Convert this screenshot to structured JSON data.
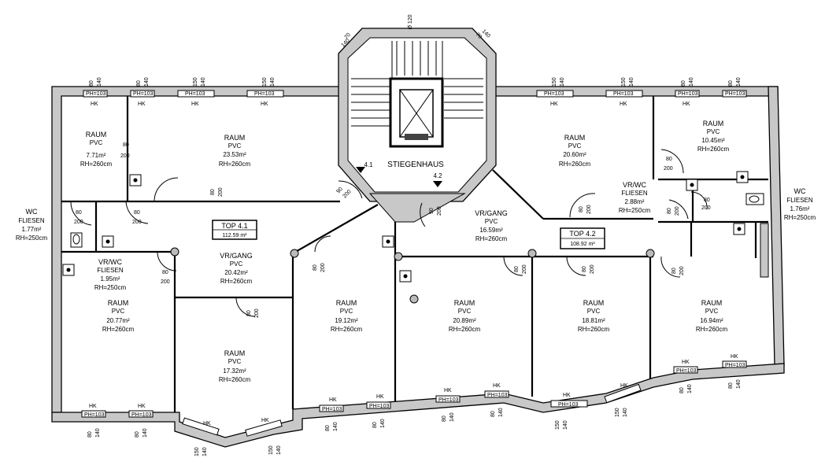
{
  "stair": {
    "label": "STIEGENHAUS",
    "landing_mark_a": "4.1",
    "landing_mark_b": "4.2",
    "top_dimension": "Ø 120"
  },
  "units": [
    {
      "top": "TOP 4.1",
      "area": "112.59 m²"
    },
    {
      "top": "TOP 4.2",
      "area": "108.92 m²"
    }
  ],
  "rooms": [
    {
      "name": "RAUM",
      "floor": "PVC",
      "area": "7.71m²",
      "height": "RH=260cm"
    },
    {
      "name": "RAUM",
      "floor": "PVC",
      "area": "23.53m²",
      "height": "RH=260cm"
    },
    {
      "name": "WC",
      "floor": "FLIESEN",
      "area": "1.77m²",
      "height": "RH=250cm"
    },
    {
      "name": "VR/WC",
      "floor": "FLIESEN",
      "area": "1.95m²",
      "height": "RH=250cm"
    },
    {
      "name": "VR/GANG",
      "floor": "PVC",
      "area": "20.42m²",
      "height": "RH=260cm"
    },
    {
      "name": "RAUM",
      "floor": "PVC",
      "area": "20.77m²",
      "height": "RH=260cm"
    },
    {
      "name": "RAUM",
      "floor": "PVC",
      "area": "17.32m²",
      "height": "RH=260cm"
    },
    {
      "name": "RAUM",
      "floor": "PVC",
      "area": "19.12m²",
      "height": "RH=260cm"
    },
    {
      "name": "RAUM",
      "floor": "PVC",
      "area": "20.89m²",
      "height": "RH=260cm"
    },
    {
      "name": "RAUM",
      "floor": "PVC",
      "area": "18.81m²",
      "height": "RH=260cm"
    },
    {
      "name": "RAUM",
      "floor": "PVC",
      "area": "16.94m²",
      "height": "RH=260cm"
    },
    {
      "name": "RAUM",
      "floor": "PVC",
      "area": "20.60m²",
      "height": "RH=260cm"
    },
    {
      "name": "RAUM",
      "floor": "PVC",
      "area": "10.45m²",
      "height": "RH=260cm"
    },
    {
      "name": "VR/GANG",
      "floor": "PVC",
      "area": "16.59m²",
      "height": "RH=260cm"
    },
    {
      "name": "VR/WC",
      "floor": "FLIESEN",
      "area": "2.88m²",
      "height": "RH=250cm"
    },
    {
      "name": "WC",
      "floor": "FLIESEN",
      "area": "1.76m²",
      "height": "RH=250cm"
    }
  ],
  "labels": {
    "ph": "PH=103",
    "hk": "HK",
    "d80": "80",
    "d90": "90",
    "d140": "140",
    "d150": "150",
    "d200": "200",
    "d70": "70"
  }
}
